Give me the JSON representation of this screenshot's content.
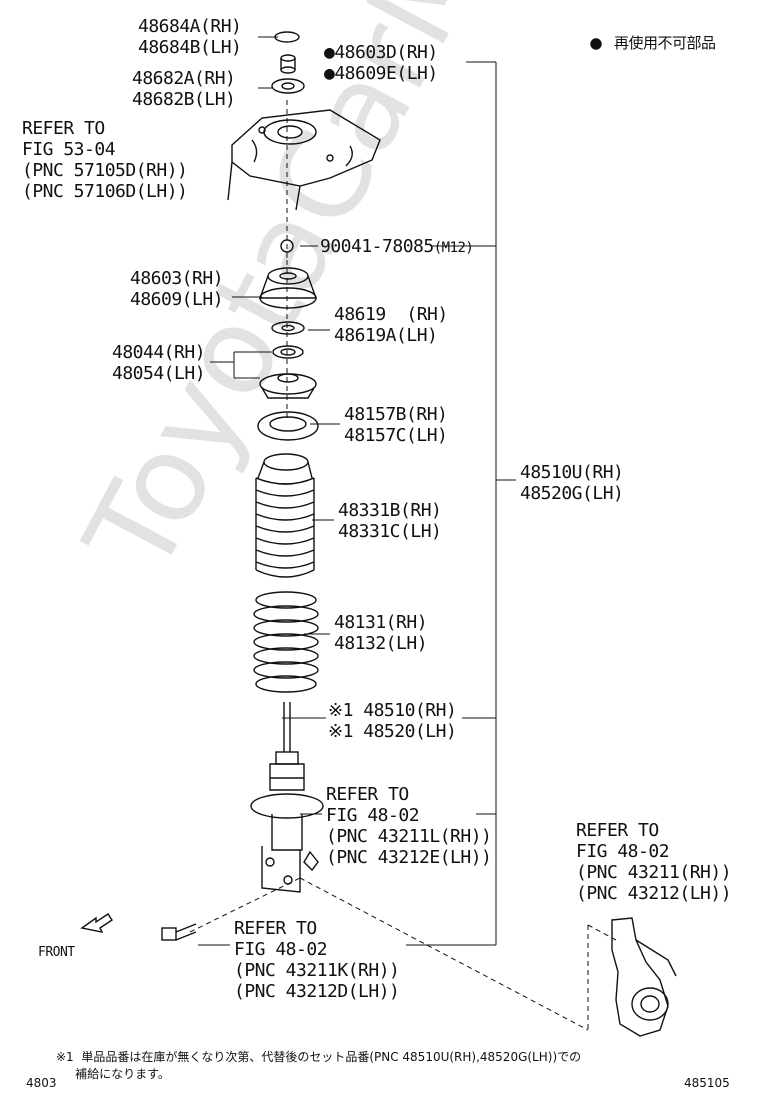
{
  "watermark": "ToyotaCarMine.ru",
  "legend": {
    "marker": "●",
    "text": "再使用不可部品"
  },
  "labels": {
    "l48684": [
      "48684A(RH)",
      "48684B(LH)"
    ],
    "l48603d": [
      "●48603D(RH)",
      "●48609E(LH)"
    ],
    "l48682": [
      "48682A(RH)",
      "48682B(LH)"
    ],
    "refer53": [
      "REFER TO",
      "FIG 53-04",
      "(PNC 57105D(RH))",
      "(PNC 57106D(LH))"
    ],
    "bolt": "90041-78085",
    "bolt_size": "(M12)",
    "l48603": [
      "48603(RH)",
      "48609(LH)"
    ],
    "l48619": [
      "48619  (RH)",
      "48619A(LH)"
    ],
    "l48044": [
      "48044(RH)",
      "48054(LH)"
    ],
    "l48157": [
      "48157B(RH)",
      "48157C(LH)"
    ],
    "l48510u": [
      "48510U(RH)",
      "48520G(LH)"
    ],
    "l48331": [
      "48331B(RH)",
      "48331C(LH)"
    ],
    "l48131": [
      "48131(RH)",
      "48132(LH)"
    ],
    "l48510": [
      "※1 48510(RH)",
      "※1 48520(LH)"
    ],
    "refer4802a": [
      "REFER TO",
      "FIG 48-02",
      "(PNC 43211L(RH))",
      "(PNC 43212E(LH))"
    ],
    "refer4802b": [
      "REFER TO",
      "FIG 48-02",
      "(PNC 43211(RH))",
      "(PNC 43212(LH))"
    ],
    "refer4802c": [
      "REFER TO",
      "FIG 48-02",
      "(PNC 43211K(RH))",
      "(PNC 43212D(LH))"
    ],
    "front": "FRONT"
  },
  "footnote": [
    "※1  単品品番は在庫が無くなり次第、代替後のセット品番(PNC 48510U(RH),48520G(LH))での",
    "     補給になります。"
  ],
  "fig_left": "4803",
  "fig_right": "485105"
}
